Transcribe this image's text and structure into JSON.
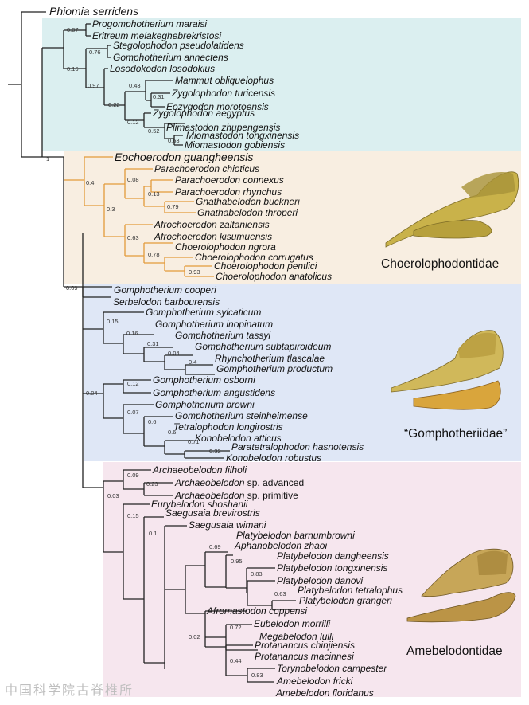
{
  "colors": {
    "choerolophodontidae_branch": "#e39a3a",
    "branch": "#222222",
    "band_teal": "#dbeff0",
    "band_peach": "#f8eee1",
    "band_blue": "#dfe7f6",
    "band_pink": "#f6e6ee",
    "skull_gold": "#c9a84a"
  },
  "outgroup": "Phiomia serridens",
  "taxa": {
    "t1": "Progomphotherium maraisi",
    "t2": "Eritreum melakeghebrekristosi",
    "t3": "Stegolophodon pseudolatidens",
    "t4": "Gomphotherium annectens",
    "t5": "Losodokodon losodokius",
    "t6": "Mammut obliquelophus",
    "t7": "Zygolophodon turicensis",
    "t8": "Eozygodon morotoensis",
    "t9": "Zygolophodon aegyptus",
    "t10": "Plimastodon zhupengensis",
    "t11": "Miomastodon tongxinensis",
    "t12": "Miomastodon gobiensis",
    "t13": "Eochoerodon guangheensis",
    "t14": "Parachoerodon chioticus",
    "t15": "Parachoerodon connexus",
    "t16": "Parachoerodon rhynchus",
    "t17": "Gnathabelodon buckneri",
    "t18": "Gnathabelodon throperi",
    "t19": "Afrochoerodon zaltaniensis",
    "t20": "Afrochoerodon kisumuensis",
    "t21": "Choerolophodon ngrora",
    "t22": "Choerolophodon corrugatus",
    "t23": "Choerolophodon pentlici",
    "t24": "Choerolophodon anatolicus",
    "t25": "Gomphotherium cooperi",
    "t26": "Serbelodon barbourensis",
    "t27": "Gomphotherium sylcaticum",
    "t28": "Gomphotherium inopinatum",
    "t29": "Gomphotherium tassyi",
    "t30": "Gomphotherium subtapiroideum",
    "t31": "Rhynchotherium tlascalae",
    "t32": "Gomphotherium productum",
    "t33": "Gomphotherium osborni",
    "t34": "Gomphotherium angustidens",
    "t35": "Gomphotherium browni",
    "t36": "Gomphotherium steinheimense",
    "t37": "Tetralophodon longirostris",
    "t38": "Konobelodon atticus",
    "t39": "Paratetralophodon hasnotensis",
    "t40": "Konobelodon robustus",
    "t41": "Archaeobelodon filholi",
    "t42a": "Archaeobelodon",
    "t42b": "sp. advanced",
    "t43a": "Archaeobelodon",
    "t43b": "sp. primitive",
    "t44": "Eurybelodon shoshanii",
    "t45": "Saegusaia brevirostris",
    "t46": "Saegusaia wimani",
    "t47": "Platybelodon barnumbrowni",
    "t48": "Aphanobelodon zhaoi",
    "t49": "Platybelodon dangheensis",
    "t50": "Platybelodon tongxinensis",
    "t51": "Platybelodon danovi",
    "t52": "Platybelodon tetralophus",
    "t53": "Platybelodon grangeri",
    "t54": "Afromastodon coppensi",
    "t55": "Eubelodon morrilli",
    "t56": "Megabelodon lulli",
    "t57": "Protanancus chinjiensis",
    "t58": "Protanancus macinnesi",
    "t59": "Torynobelodon campester",
    "t60": "Amebelodon fricki",
    "t61": "Amebelodon floridanus"
  },
  "support": {
    "s1": "0.07",
    "s2": "0.76",
    "s3": "0.16",
    "s4": "0.97",
    "s5": "0.43",
    "s6": "0.31",
    "s7": "0.22",
    "s8": "0.12",
    "s9": "0.52",
    "s10": "0.63",
    "s11": "1",
    "s12": "0.4",
    "s13": "0.08",
    "s14": "0.13",
    "s15": "0.79",
    "s16": "0.3",
    "s17": "0.63",
    "s18": "0.78",
    "s19": "0.93",
    "s20": "0.09",
    "s21": "0.15",
    "s22": "0.16",
    "s23": "0.31",
    "s24": "0.04",
    "s25": "0.4",
    "s26": "0.04",
    "s27": "0.12",
    "s28": "0.07",
    "s29": "0.6",
    "s30": "0.6",
    "s31": "0.71",
    "s32": "0.32",
    "s33": "0.09",
    "s34": "0.23",
    "s35": "0.03",
    "s36": "0.15",
    "s37": "0.1",
    "s38": "0.69",
    "s39": "0.95",
    "s40": "0.83",
    "s41": "0.63",
    "s42": "0.02",
    "s43": "0.72",
    "s44": "0.44",
    "s45": "0.83"
  },
  "clades": {
    "choerolophodontidae": "Choerolophodontidae",
    "gomphotheriidae": "“Gomphotheriidae”",
    "amebelodontidae": "Amebelodontidae"
  },
  "watermark": "中国科学院古脊椎所"
}
